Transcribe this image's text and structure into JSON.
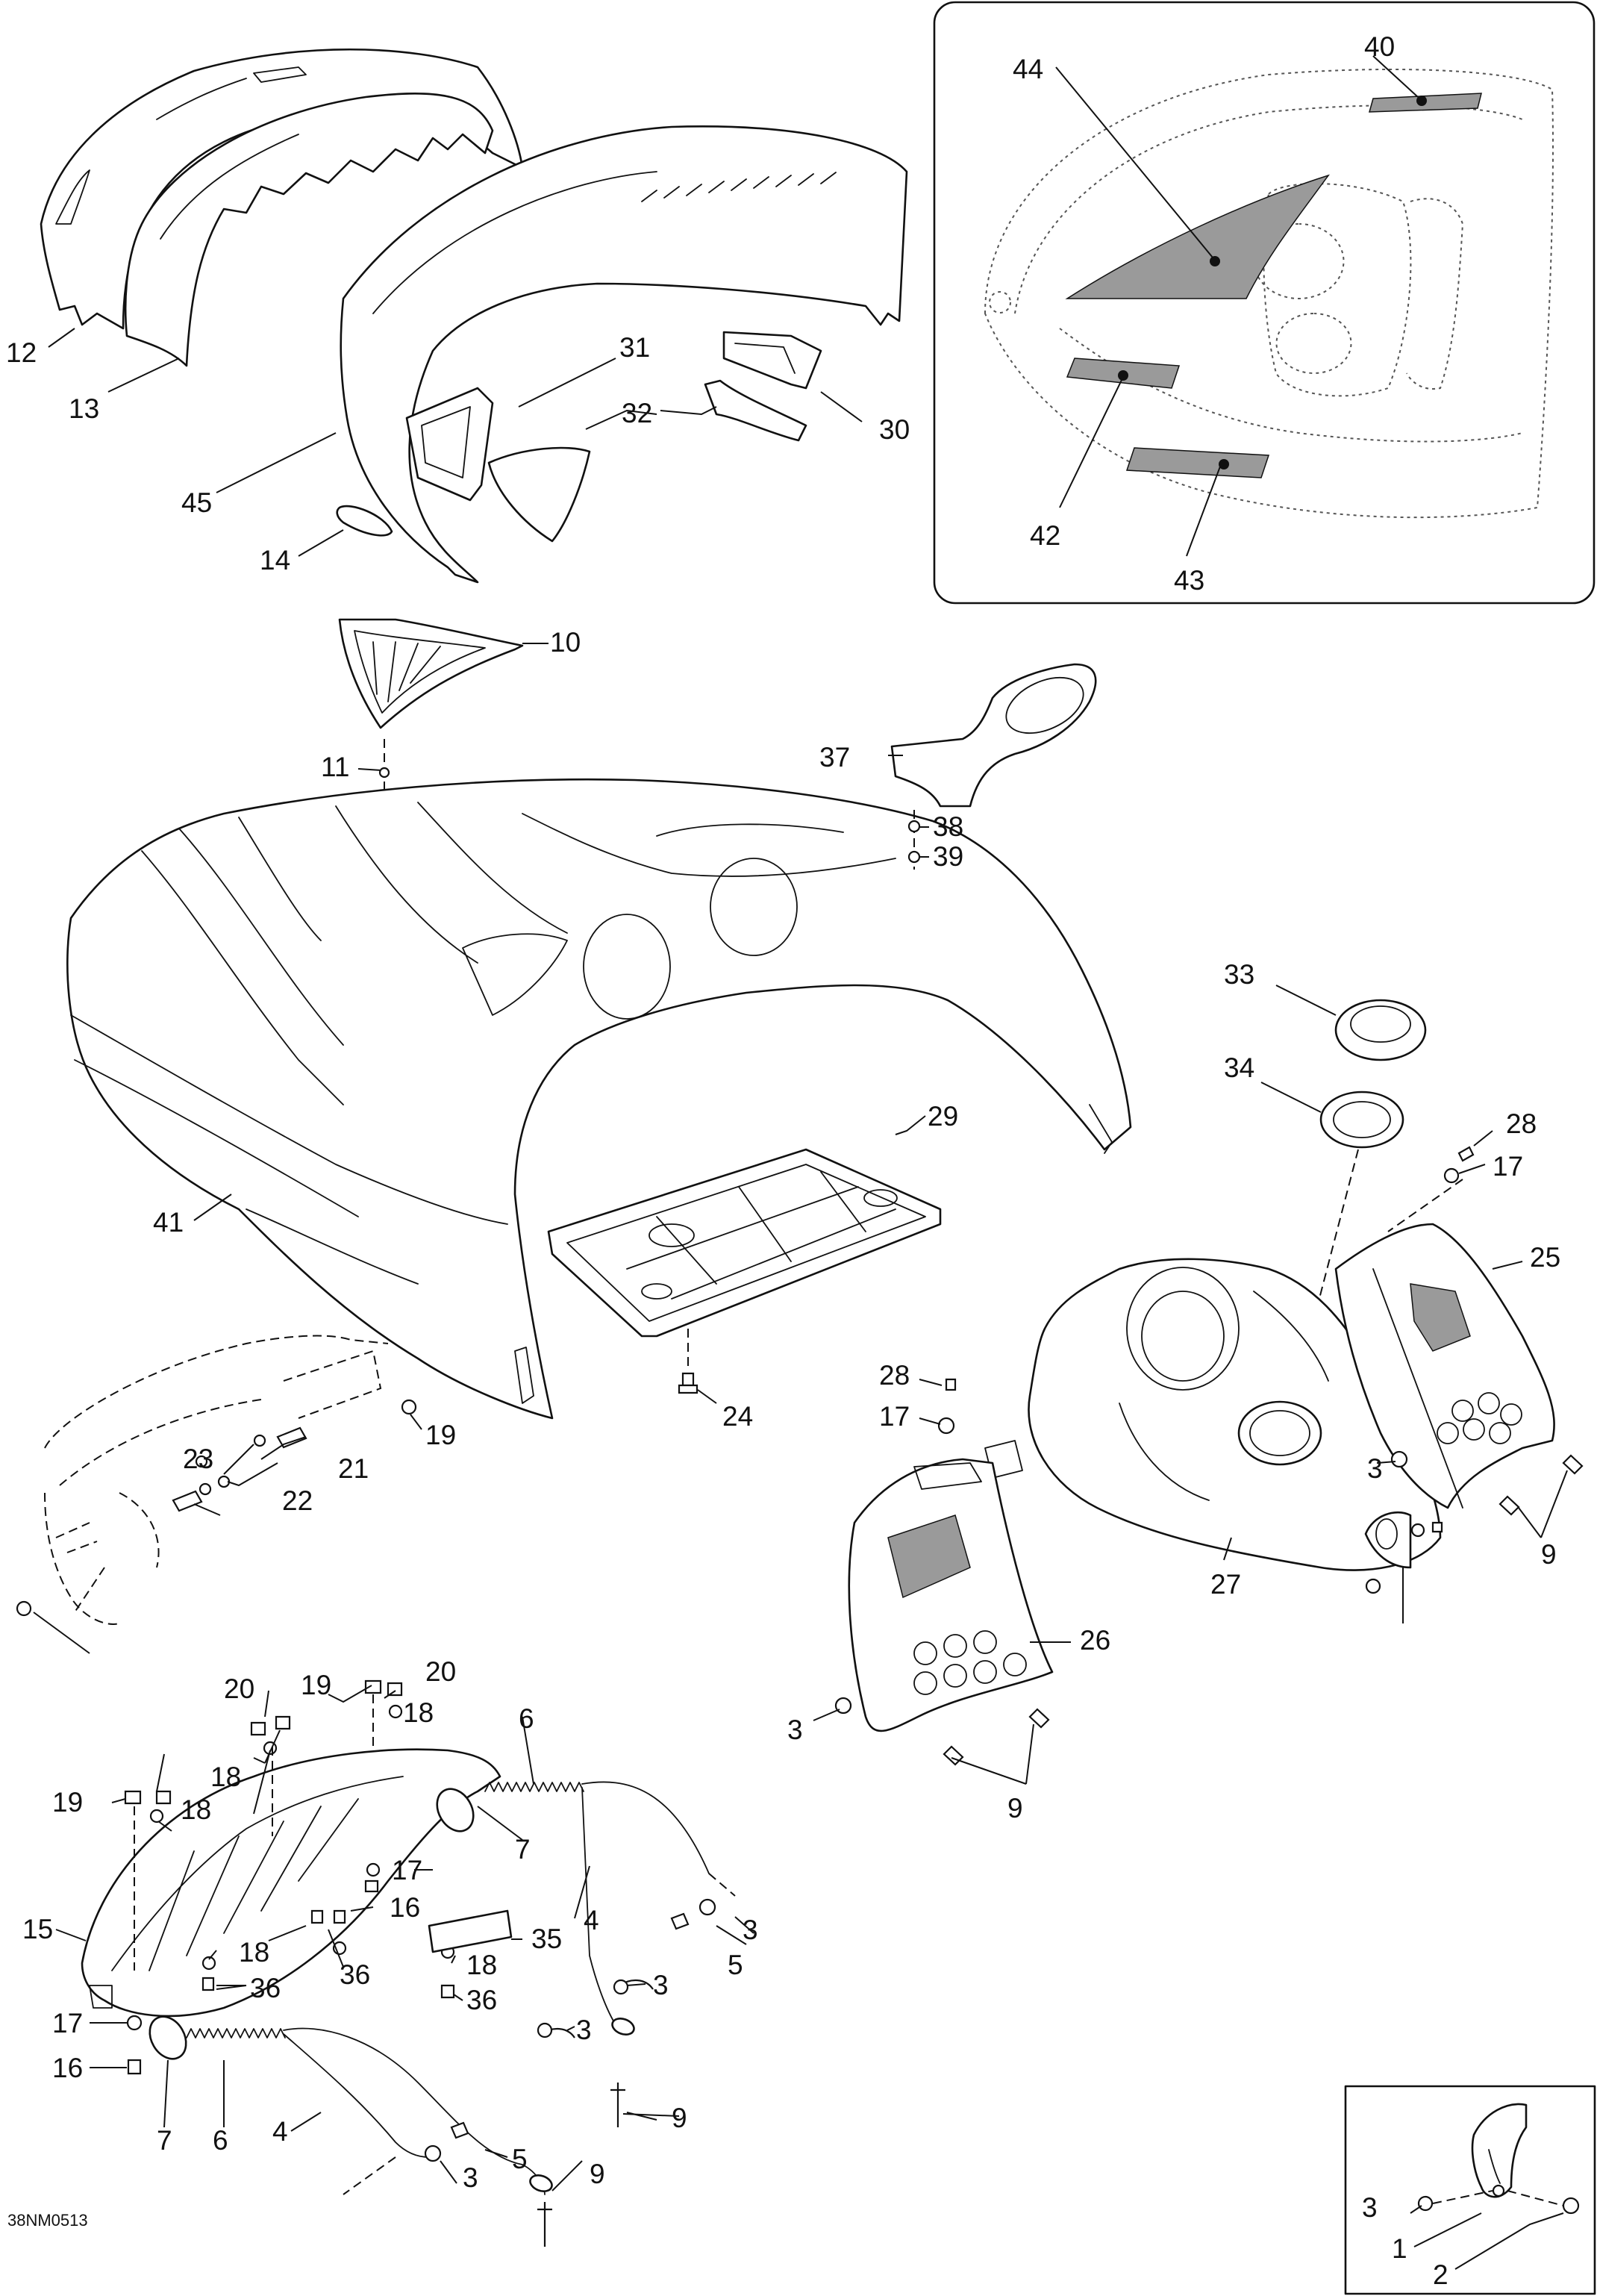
{
  "drawing_code": "38NM0513",
  "callouts": [
    "12",
    "13",
    "45",
    "14",
    "31",
    "32",
    "30",
    "10",
    "11",
    "41",
    "37",
    "38",
    "39",
    "29",
    "33",
    "34",
    "28",
    "17",
    "25",
    "24",
    "19",
    "23",
    "21",
    "22",
    "28",
    "17",
    "3",
    "27",
    "26",
    "9",
    "3",
    "9",
    "44",
    "40",
    "42",
    "43",
    "20",
    "19",
    "18",
    "20",
    "18",
    "19",
    "18",
    "15",
    "6",
    "7",
    "17",
    "16",
    "35",
    "36",
    "18",
    "36",
    "4",
    "3",
    "5",
    "3",
    "3",
    "18",
    "36",
    "17",
    "16",
    "7",
    "6",
    "4",
    "3",
    "5",
    "9",
    "9",
    "3",
    "1",
    "2"
  ]
}
